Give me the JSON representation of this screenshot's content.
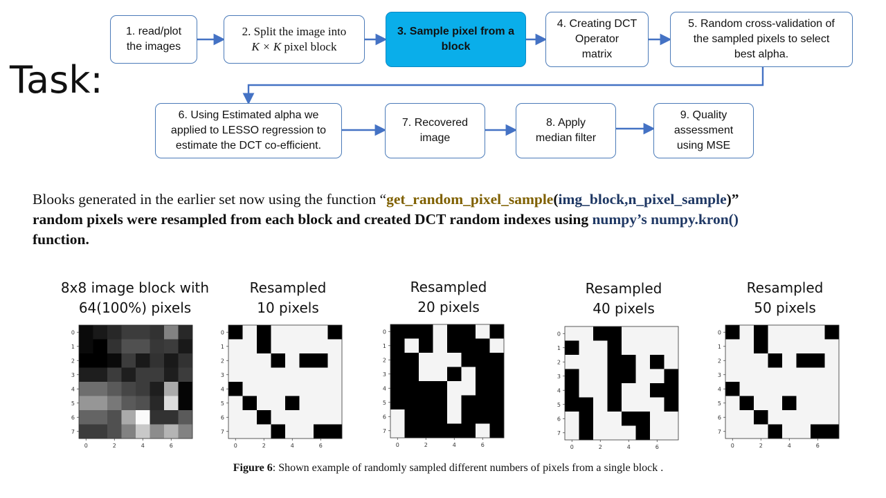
{
  "task_label": "Task:",
  "steps": [
    {
      "id": "s1",
      "lines": [
        "1. read/plot",
        "the images"
      ]
    },
    {
      "id": "s2",
      "line1": "2. Split the image into",
      "math": "K × K",
      "line2_suffix": " pixel block"
    },
    {
      "id": "s3",
      "lines": [
        "3. Sample pixel from a",
        "block"
      ]
    },
    {
      "id": "s4",
      "lines": [
        "4. Creating DCT",
        "Operator",
        "matrix"
      ]
    },
    {
      "id": "s5",
      "lines": [
        "5. Random cross-validation of",
        "the sampled pixels to select",
        "best alpha."
      ]
    },
    {
      "id": "s6",
      "lines": [
        "6. Using Estimated alpha we",
        "applied to LESSO regression to",
        "estimate the DCT co-efficient."
      ]
    },
    {
      "id": "s7",
      "lines": [
        "7. Recovered",
        "image"
      ]
    },
    {
      "id": "s8",
      "lines": [
        "8. Apply",
        "median filter"
      ]
    },
    {
      "id": "s9",
      "lines": [
        "9. Quality",
        "assessment",
        "using MSE"
      ]
    }
  ],
  "description": {
    "p1": "Blooks generated in the earlier set now  using the function “",
    "fn": "get_random_pixel_sample",
    "paren_open": "(",
    "args": "img_block,n_pixel_sample",
    "paren_close": ")”",
    "p2": "random pixels were resampled from each block and created DCT random indexes using ",
    "np1": "numpy’s",
    "np2": "numpy.kron()",
    "p3": "function."
  },
  "panels": [
    {
      "title": [
        "8x8 image block with",
        "64(100%) pixels"
      ],
      "kind": "gray",
      "grid": [
        [
          10,
          25,
          40,
          60,
          60,
          50,
          130,
          40
        ],
        [
          10,
          0,
          50,
          80,
          80,
          55,
          60,
          25
        ],
        [
          0,
          0,
          10,
          60,
          25,
          50,
          25,
          50
        ],
        [
          30,
          30,
          60,
          30,
          60,
          60,
          30,
          60
        ],
        [
          110,
          110,
          90,
          70,
          60,
          30,
          170,
          5
        ],
        [
          150,
          150,
          120,
          90,
          80,
          40,
          220,
          5
        ],
        [
          100,
          100,
          80,
          170,
          250,
          50,
          50,
          90
        ],
        [
          60,
          60,
          80,
          130,
          200,
          140,
          180,
          130
        ]
      ],
      "ticks": [
        "0",
        "2",
        "4",
        "6"
      ],
      "yticks": [
        "0",
        "1",
        "2",
        "3",
        "4",
        "5",
        "6",
        "7"
      ]
    },
    {
      "title": [
        "Resampled",
        "10 pixels"
      ],
      "kind": "bw",
      "grid": [
        [
          1,
          0,
          1,
          0,
          0,
          0,
          0,
          1
        ],
        [
          0,
          0,
          1,
          0,
          0,
          0,
          0,
          0
        ],
        [
          0,
          0,
          0,
          1,
          0,
          1,
          1,
          0
        ],
        [
          0,
          0,
          0,
          0,
          0,
          0,
          0,
          0
        ],
        [
          1,
          0,
          0,
          0,
          0,
          0,
          0,
          0
        ],
        [
          0,
          1,
          0,
          0,
          1,
          0,
          0,
          0
        ],
        [
          0,
          0,
          1,
          0,
          0,
          0,
          0,
          0
        ],
        [
          0,
          0,
          0,
          1,
          0,
          0,
          1,
          1
        ]
      ],
      "ticks": [
        "0",
        "2",
        "4",
        "6"
      ],
      "yticks": [
        "0",
        "1",
        "2",
        "3",
        "4",
        "5",
        "6",
        "7"
      ]
    },
    {
      "title": [
        "Resampled",
        "20 pixels"
      ],
      "kind": "bw",
      "grid": [
        [
          1,
          1,
          1,
          0,
          1,
          1,
          0,
          1
        ],
        [
          1,
          0,
          1,
          0,
          1,
          1,
          1,
          0
        ],
        [
          1,
          1,
          0,
          0,
          0,
          1,
          1,
          1
        ],
        [
          1,
          1,
          0,
          0,
          1,
          0,
          1,
          1
        ],
        [
          1,
          1,
          1,
          1,
          0,
          0,
          1,
          1
        ],
        [
          1,
          1,
          1,
          1,
          0,
          1,
          1,
          1
        ],
        [
          0,
          1,
          1,
          1,
          0,
          1,
          1,
          1
        ],
        [
          0,
          1,
          1,
          1,
          1,
          1,
          0,
          1
        ]
      ],
      "ticks": [
        "0",
        "2",
        "4",
        "6"
      ],
      "yticks": [
        "0",
        "1",
        "2",
        "3",
        "4",
        "5",
        "6",
        "7"
      ]
    },
    {
      "title": [
        "Resampled",
        "40 pixels"
      ],
      "kind": "bw",
      "grid": [
        [
          0,
          0,
          1,
          1,
          0,
          0,
          0,
          0
        ],
        [
          1,
          0,
          0,
          1,
          0,
          0,
          0,
          0
        ],
        [
          0,
          0,
          0,
          1,
          1,
          0,
          1,
          0
        ],
        [
          1,
          0,
          0,
          1,
          1,
          0,
          0,
          1
        ],
        [
          1,
          0,
          0,
          1,
          0,
          0,
          1,
          1
        ],
        [
          1,
          1,
          0,
          1,
          0,
          0,
          0,
          1
        ],
        [
          0,
          1,
          0,
          0,
          1,
          1,
          0,
          0
        ],
        [
          0,
          1,
          0,
          0,
          0,
          1,
          0,
          0
        ]
      ],
      "ticks": [
        "0",
        "2",
        "4",
        "6"
      ],
      "yticks": [
        "0",
        "1",
        "2",
        "3",
        "4",
        "5",
        "6",
        "7"
      ]
    },
    {
      "title": [
        "Resampled",
        "50 pixels"
      ],
      "kind": "bw",
      "grid": [
        [
          1,
          0,
          1,
          0,
          0,
          0,
          0,
          1
        ],
        [
          0,
          0,
          1,
          0,
          0,
          0,
          0,
          0
        ],
        [
          0,
          0,
          0,
          1,
          0,
          1,
          1,
          0
        ],
        [
          0,
          0,
          0,
          0,
          0,
          0,
          0,
          0
        ],
        [
          1,
          0,
          0,
          0,
          0,
          0,
          0,
          0
        ],
        [
          0,
          1,
          0,
          0,
          1,
          0,
          0,
          0
        ],
        [
          0,
          0,
          1,
          0,
          0,
          0,
          0,
          0
        ],
        [
          0,
          0,
          0,
          1,
          0,
          0,
          1,
          1
        ]
      ],
      "ticks": [
        "0",
        "2",
        "4",
        "6"
      ],
      "yticks": [
        "0",
        "1",
        "2",
        "3",
        "4",
        "5",
        "6",
        "7"
      ]
    }
  ],
  "caption": {
    "bold": "Figure 6",
    "text": ": Shown example of randomly sampled different numbers of  pixels from a single block ."
  },
  "colors": {
    "box_border": "#4a7ab8",
    "highlight": "#0aaeea",
    "arrow": "#4472c4",
    "fn": "#7f6000",
    "arg": "#1f3864"
  }
}
